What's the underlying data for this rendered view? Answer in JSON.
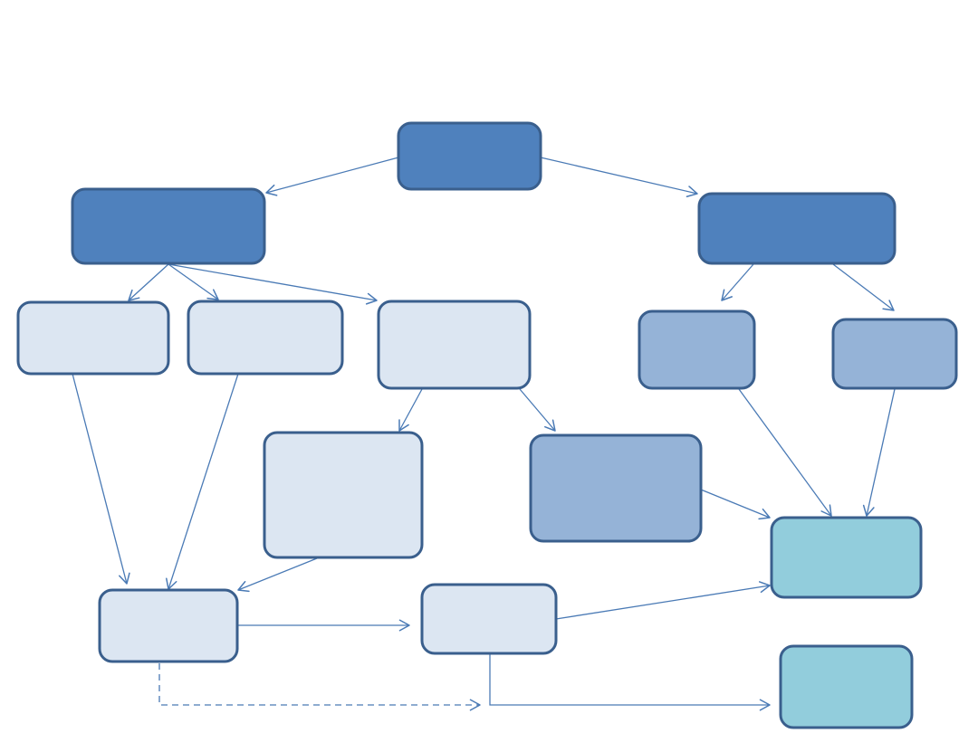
{
  "colors": {
    "dark": "#4f81bd",
    "medium": "#95b3d7",
    "light": "#dce6f2",
    "teal": "#92cddc",
    "border": "#3a5f8d",
    "edge": "#4a7ab5"
  },
  "nodes": [
    {
      "id": "root",
      "label": "",
      "fill": "dark"
    },
    {
      "id": "left-branch",
      "label": "",
      "fill": "dark"
    },
    {
      "id": "right-branch",
      "label": "",
      "fill": "dark"
    },
    {
      "id": "left-child-1",
      "label": "",
      "fill": "light"
    },
    {
      "id": "left-child-2",
      "label": "",
      "fill": "light"
    },
    {
      "id": "left-child-3",
      "label": "",
      "fill": "light"
    },
    {
      "id": "right-child-1",
      "label": "",
      "fill": "medium"
    },
    {
      "id": "right-child-2",
      "label": "",
      "fill": "medium"
    },
    {
      "id": "middle-tall",
      "label": "",
      "fill": "light"
    },
    {
      "id": "middle-medium",
      "label": "",
      "fill": "medium"
    },
    {
      "id": "bottom-left",
      "label": "",
      "fill": "light"
    },
    {
      "id": "bottom-middle",
      "label": "",
      "fill": "light"
    },
    {
      "id": "teal-target",
      "label": "",
      "fill": "teal"
    },
    {
      "id": "teal-bottom",
      "label": "",
      "fill": "teal"
    }
  ],
  "edges": [
    {
      "from": "root",
      "to": "left-branch",
      "style": "solid"
    },
    {
      "from": "root",
      "to": "right-branch",
      "style": "solid"
    },
    {
      "from": "left-branch",
      "to": "left-child-1",
      "style": "solid"
    },
    {
      "from": "left-branch",
      "to": "left-child-2",
      "style": "solid"
    },
    {
      "from": "left-branch",
      "to": "left-child-3",
      "style": "solid"
    },
    {
      "from": "right-branch",
      "to": "right-child-1",
      "style": "solid"
    },
    {
      "from": "right-branch",
      "to": "right-child-2",
      "style": "solid"
    },
    {
      "from": "left-child-1",
      "to": "bottom-left",
      "style": "solid"
    },
    {
      "from": "left-child-2",
      "to": "bottom-left",
      "style": "solid"
    },
    {
      "from": "left-child-3",
      "to": "middle-tall",
      "style": "solid"
    },
    {
      "from": "left-child-3",
      "to": "middle-medium",
      "style": "solid"
    },
    {
      "from": "middle-tall",
      "to": "bottom-left",
      "style": "solid"
    },
    {
      "from": "middle-medium",
      "to": "teal-target",
      "style": "solid"
    },
    {
      "from": "right-child-1",
      "to": "teal-target",
      "style": "solid"
    },
    {
      "from": "right-child-2",
      "to": "teal-target",
      "style": "solid"
    },
    {
      "from": "bottom-left",
      "to": "bottom-middle",
      "style": "solid"
    },
    {
      "from": "bottom-middle",
      "to": "teal-target",
      "style": "solid"
    },
    {
      "from": "bottom-middle",
      "to": "teal-bottom",
      "style": "solid"
    },
    {
      "from": "bottom-left",
      "to": "bottom-middle",
      "style": "dashed"
    }
  ]
}
